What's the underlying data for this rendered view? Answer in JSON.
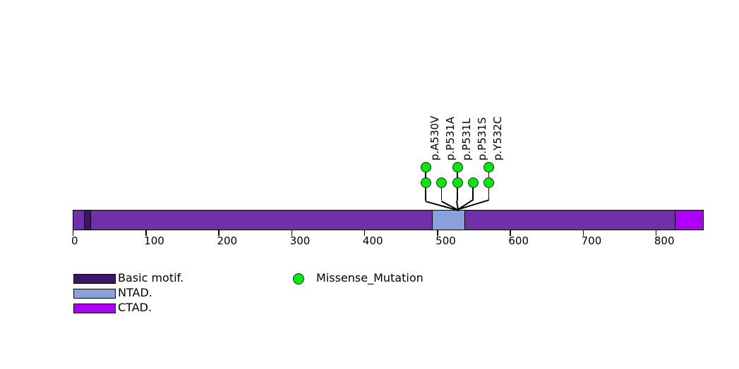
{
  "chart_data": {
    "type": "lollipop",
    "title": "",
    "xlabel": "",
    "ylabel": "",
    "xlim": [
      0,
      866
    ],
    "axis_ticks": [
      {
        "value": 0,
        "label": "0"
      },
      {
        "value": 100,
        "label": "100"
      },
      {
        "value": 200,
        "label": "200"
      },
      {
        "value": 300,
        "label": "300"
      },
      {
        "value": 400,
        "label": "400"
      },
      {
        "value": 500,
        "label": "500"
      },
      {
        "value": 600,
        "label": "600"
      },
      {
        "value": 700,
        "label": "700"
      },
      {
        "value": 800,
        "label": "800"
      }
    ],
    "protein": {
      "length": 866,
      "backbone_color": "#7030a8",
      "domains": [
        {
          "name": "Basic motif.",
          "start": 15,
          "end": 24,
          "color": "#3d1466"
        },
        {
          "name": "NTAD.",
          "start": 492,
          "end": 538,
          "color": "#89a2de"
        },
        {
          "name": "CTAD.",
          "start": 825,
          "end": 866,
          "color": "#ad00f5"
        }
      ]
    },
    "mutations": [
      {
        "label": "p.A530V",
        "position": 530,
        "count": 2,
        "type": "Missense_Mutation",
        "color": "#00e810"
      },
      {
        "label": "p.P531A",
        "position": 531,
        "count": 1,
        "type": "Missense_Mutation",
        "color": "#00e810"
      },
      {
        "label": "p.P531L",
        "position": 531,
        "count": 2,
        "type": "Missense_Mutation",
        "color": "#00e810"
      },
      {
        "label": "p.P531S",
        "position": 531,
        "count": 1,
        "type": "Missense_Mutation",
        "color": "#00e810"
      },
      {
        "label": "p.Y532C",
        "position": 532,
        "count": 2,
        "type": "Missense_Mutation",
        "color": "#00e810"
      }
    ],
    "domain_legend": [
      {
        "label": "Basic motif.",
        "color": "#3d1466"
      },
      {
        "label": "NTAD.",
        "color": "#89a2de"
      },
      {
        "label": "CTAD.",
        "color": "#ad00f5"
      }
    ],
    "mutation_legend": [
      {
        "label": "Missense_Mutation",
        "color": "#00e810",
        "marker": "circle"
      }
    ]
  }
}
